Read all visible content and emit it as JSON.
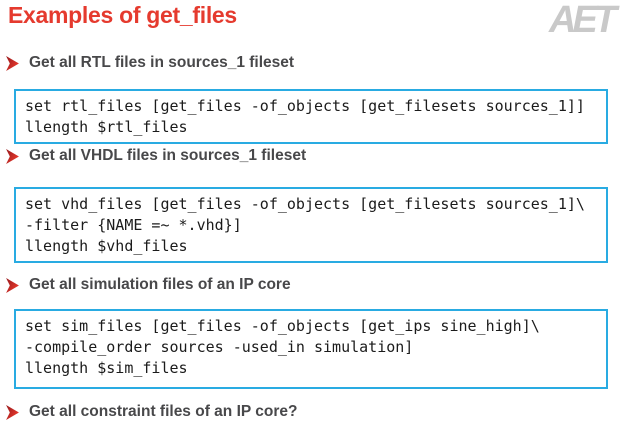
{
  "page": {
    "title": "Examples of get_files",
    "logo_text": "AET"
  },
  "colors": {
    "title_red": "#e53a2e",
    "bullet_text": "#48484a",
    "code_border": "#29abe2",
    "code_text": "#1b1b1b",
    "logo_gray": "#c9c9c9",
    "arrow_gradient_start": "#96191d",
    "arrow_gradient_end": "#ee3b2d"
  },
  "sections": [
    {
      "bullet": "Get all RTL files in sources_1 fileset",
      "code": "set rtl_files [get_files -of_objects [get_filesets sources_1]]\nllength $rtl_files"
    },
    {
      "bullet": "Get all VHDL files in sources_1 fileset",
      "code": "set vhd_files [get_files -of_objects [get_filesets sources_1]\\\n-filter {NAME =~ *.vhd}]\nllength $vhd_files"
    },
    {
      "bullet": "Get all simulation files of an IP core",
      "code": "set sim_files [get_files -of_objects [get_ips sine_high]\\\n-compile_order sources -used_in simulation]\nllength $sim_files"
    },
    {
      "bullet": "Get all constraint files of an IP core?",
      "code": ""
    }
  ]
}
